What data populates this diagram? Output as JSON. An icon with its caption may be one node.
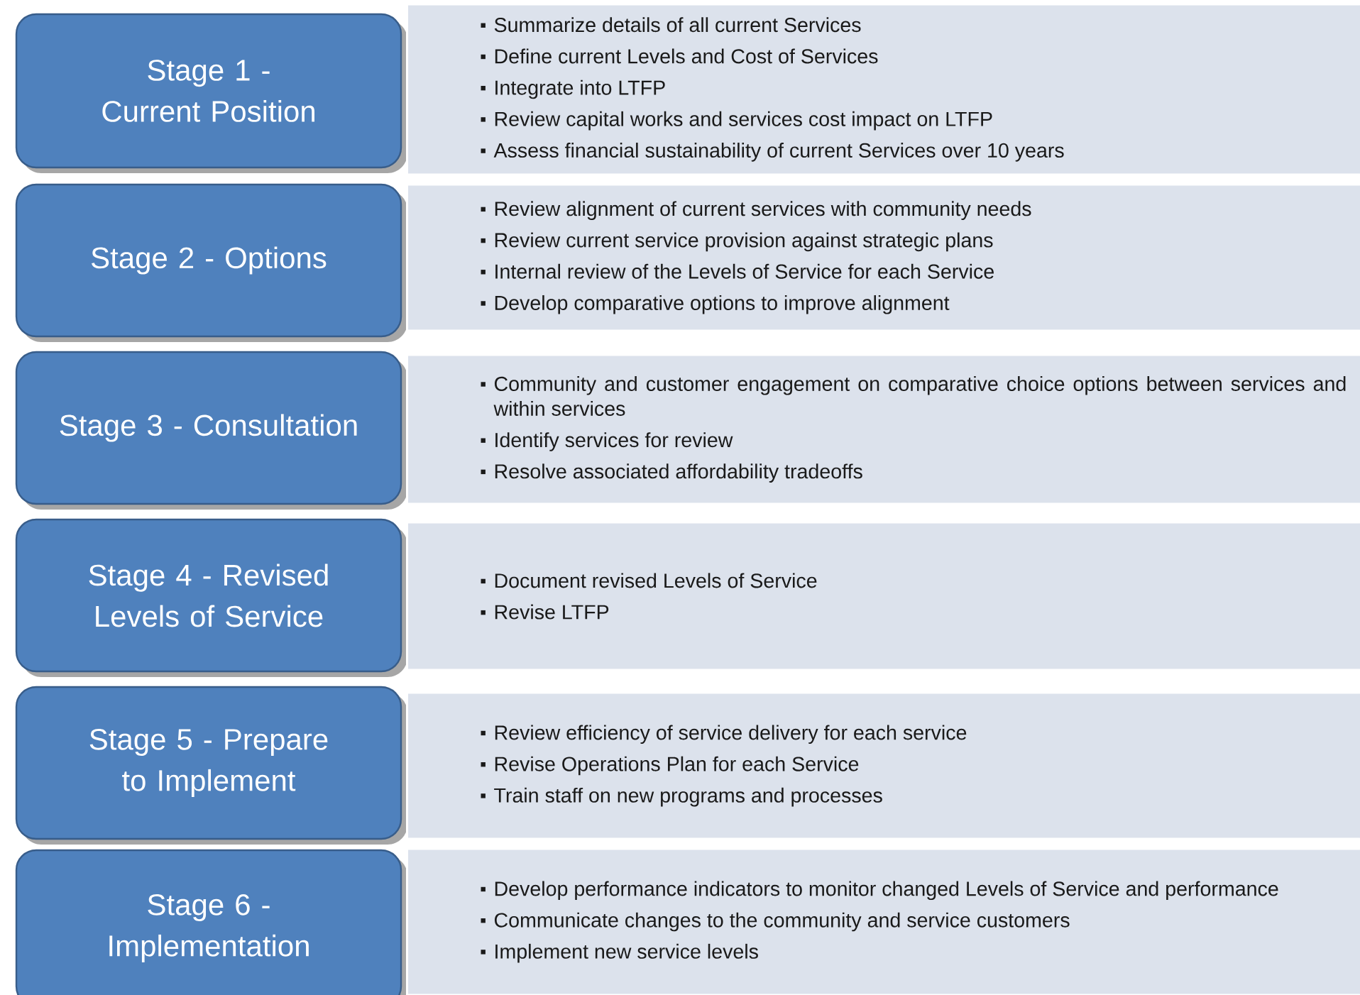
{
  "diagram": {
    "nodes": [
      {
        "text": [
          "Stage 1 - Current Position"
        ]
      },
      {
        "text": [
          "Summarize details of all current Services",
          "Define current Levels and Cost of Services",
          "Integrate into LTFP",
          "Review capital works and services cost impact on LTFP",
          "Assess financial sustainability of current Services over 10 years"
        ]
      },
      {
        "text": [
          "Stage 2 - Options"
        ]
      },
      {
        "text": [
          "Review alignment of current services with community needs",
          "Review current service provision against strategic plans",
          "Internal review of the Levels of Service for each Service",
          "Develop comparative options to improve alignment"
        ]
      },
      {
        "text": [
          "Stage 3 - Consultation"
        ]
      },
      {
        "text": [
          "Community and customer engagement on comparative choice options between services and within services",
          "Identify services for review",
          "Resolve associated affordability tradeoffs"
        ]
      },
      {
        "text": [
          "Stage 4 - Revised Levels of Service"
        ]
      },
      {
        "text": [
          "Document revised Levels of Service",
          "Revise LTFP"
        ]
      },
      {
        "text": [
          "Stage 5 - Prepare to Implement"
        ]
      },
      {
        "text": [
          "Review efficiency of service delivery for each service",
          "Revise Operations Plan for each Service",
          "Train staff on new programs and processes"
        ]
      },
      {
        "text": [
          "Stage 6 - Implementation"
        ]
      },
      {
        "text": [
          "Develop performance indicators to monitor changed Levels of Service and performance",
          "Communicate changes to the community and service customers",
          "Implement new service levels"
        ]
      }
    ]
  }
}
